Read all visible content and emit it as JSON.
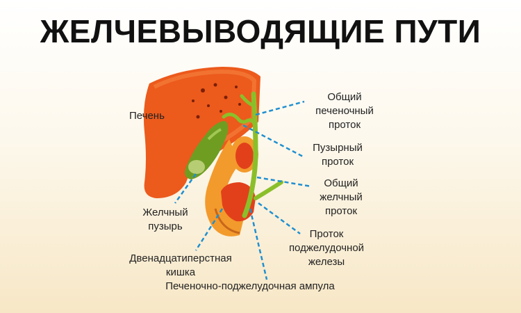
{
  "title": "ЖЕЛЧЕВЫВОДЯЩИЕ ПУТИ",
  "labels": {
    "liver": "Печень",
    "common_hepatic_duct": [
      "Общий",
      "печеночный",
      "проток"
    ],
    "cystic_duct": [
      "Пузырный",
      "проток"
    ],
    "common_bile_duct": [
      "Общий",
      "желчный",
      "проток"
    ],
    "gallbladder": [
      "Желчный",
      "пузырь"
    ],
    "pancreatic_duct": [
      "Проток",
      "поджелудочной",
      "железы"
    ],
    "duodenum": [
      "Двенадцатиперстная",
      "кишка"
    ],
    "ampulla": "Печеночно-поджелудочная ампула"
  },
  "colors": {
    "liver": "#ec5a1c",
    "liver_dark": "#b73a0e",
    "duodenum": "#f39a2c",
    "duodenum_inner": "#e2401b",
    "duct_green": "#8bbf2a",
    "gallbladder_green": "#6f9d22",
    "leader_line": "#1f8fd0"
  }
}
